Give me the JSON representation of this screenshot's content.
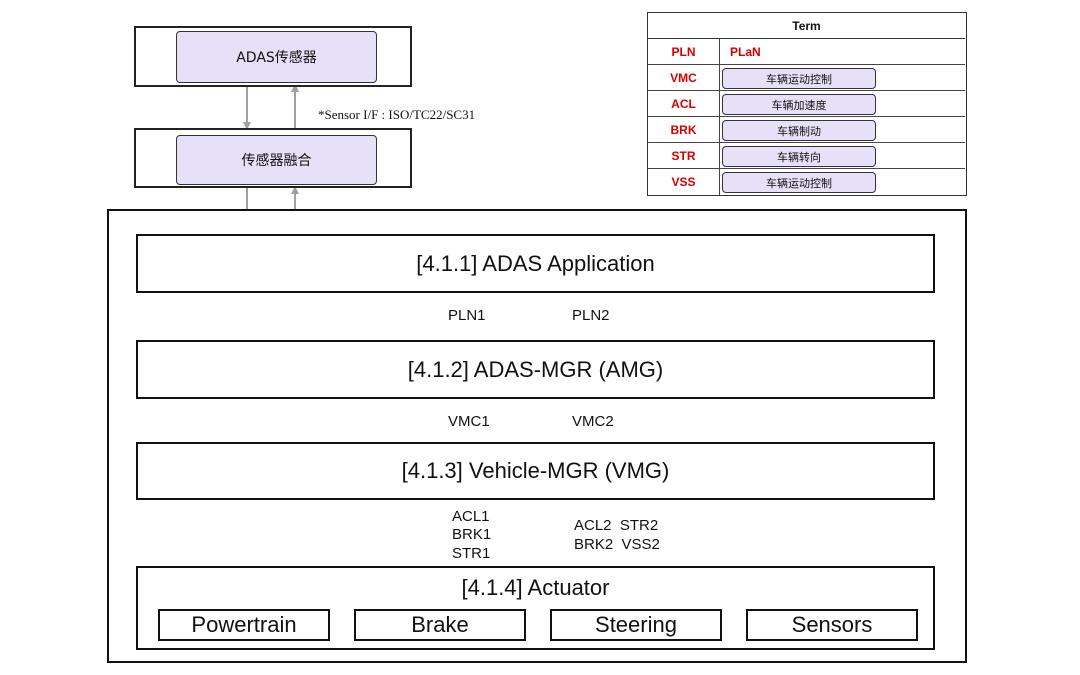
{
  "sensor_blocks": {
    "adas_sensor": "ADAS传感器",
    "sensor_fusion": "传感器融合",
    "interface_note": "*Sensor I/F : ISO/TC22/SC31"
  },
  "layers": [
    {
      "label": "[4.1.1] ADAS Application"
    },
    {
      "label": "[4.1.2] ADAS-MGR (AMG)"
    },
    {
      "label": "[4.1.3] Vehicle-MGR (VMG)"
    }
  ],
  "actuator": {
    "title": "[4.1.4] Actuator",
    "subsystems": [
      "Powertrain",
      "Brake",
      "Steering",
      "Sensors"
    ]
  },
  "signals": {
    "app_amg_down": "PLN1",
    "app_amg_up": "PLN2",
    "amg_vmg_down": "VMC1",
    "amg_vmg_up": "VMC2",
    "vmg_act_down": [
      "ACL1",
      "BRK1",
      "STR1"
    ],
    "vmg_act_up": [
      "ACL2  STR2",
      "BRK2  VSS2"
    ]
  },
  "term_table": {
    "header": "Term",
    "rows": [
      {
        "abbr": "PLN",
        "meaning": "PLaN",
        "style": "plain"
      },
      {
        "abbr": "VMC",
        "meaning": "车辆运动控制",
        "style": "pill"
      },
      {
        "abbr": "ACL",
        "meaning": "车辆加速度",
        "style": "pill"
      },
      {
        "abbr": "BRK",
        "meaning": "车辆制动",
        "style": "pill"
      },
      {
        "abbr": "STR",
        "meaning": "车辆转向",
        "style": "pill"
      },
      {
        "abbr": "VSS",
        "meaning": "车辆运动控制",
        "style": "pill"
      }
    ]
  },
  "colors": {
    "pill_fill": "#e6e0f8",
    "term_red": "#d40000",
    "sensor_arrow": "#a0a0a0",
    "main_arrow": "#111111"
  }
}
